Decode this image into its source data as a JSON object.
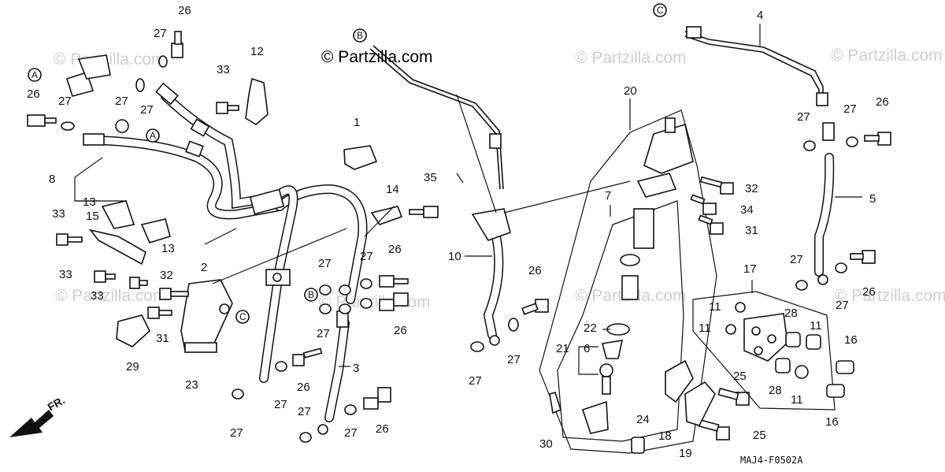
{
  "watermark": "© Partzilla.com",
  "diagram_code": "MAJ4-F0502A",
  "front_label": "FR.",
  "connectors": [
    "A",
    "B",
    "C"
  ],
  "callouts": [
    "1",
    "2",
    "3",
    "4",
    "5",
    "6",
    "7",
    "8",
    "10",
    "11",
    "12",
    "13",
    "14",
    "15",
    "16",
    "17",
    "18",
    "19",
    "20",
    "21",
    "22",
    "23",
    "24",
    "25",
    "26",
    "27",
    "28",
    "29",
    "30",
    "31",
    "32",
    "33",
    "34",
    "35"
  ]
}
